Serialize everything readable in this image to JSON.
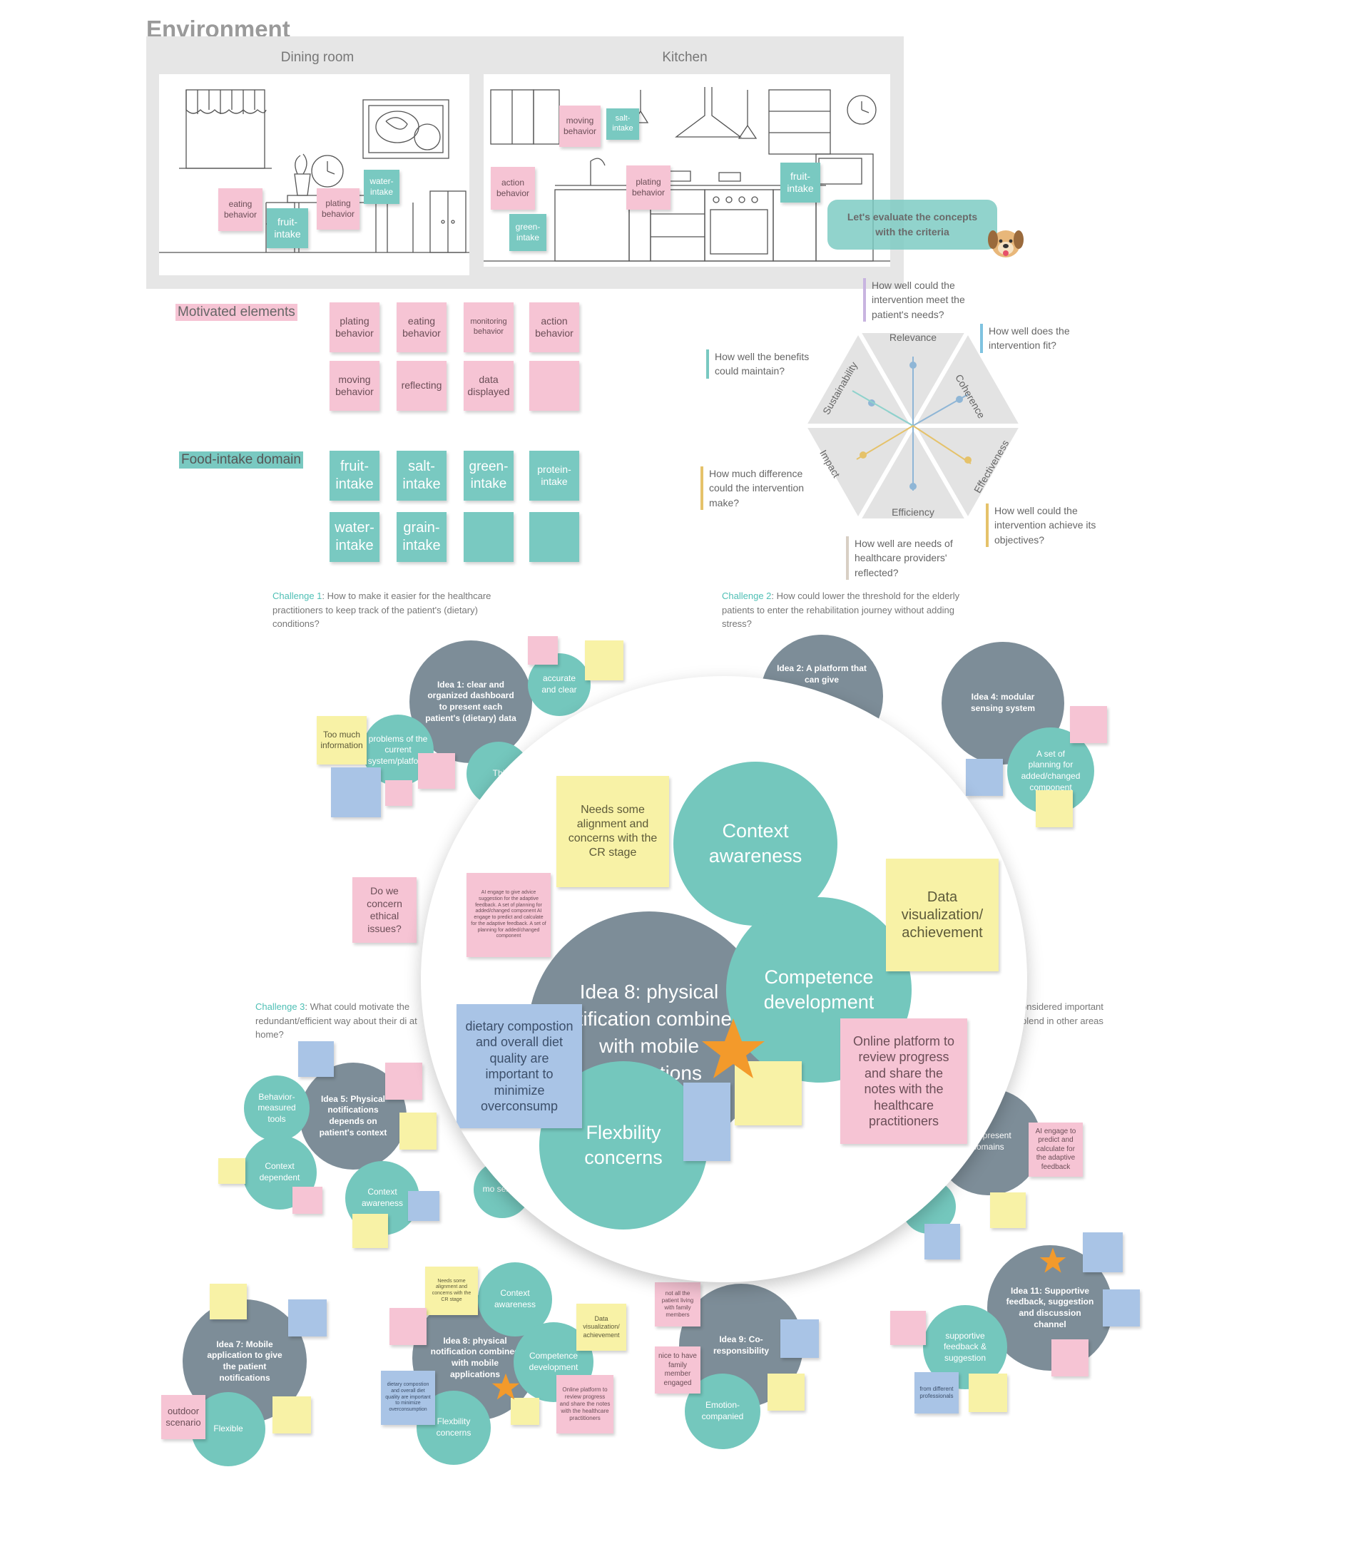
{
  "environment": {
    "title": "Environment",
    "dining_room": {
      "title": "Dining room",
      "notes": [
        "eating behavior",
        "fruit-intake",
        "plating behavior",
        "water-intake"
      ]
    },
    "kitchen": {
      "title": "Kitchen",
      "notes": [
        "moving behavior",
        "salt-intake",
        "action behavior",
        "green-intake",
        "plating behavior",
        "fruit-intake"
      ]
    }
  },
  "evaluate_bubble": "Let's evaluate the concepts with the criteria",
  "motivated": {
    "label": "Motivated elements",
    "notes": [
      "plating behavior",
      "eating behavior",
      "monitoring behavior",
      "action behavior",
      "moving behavior",
      "reflecting",
      "data displayed",
      ""
    ]
  },
  "food": {
    "label": "Food-intake domain",
    "notes": [
      "fruit-intake",
      "salt-intake",
      "green-intake",
      "protein-intake",
      "water-intake",
      "grain-intake",
      "",
      ""
    ]
  },
  "criteria": {
    "axes": [
      "Relevance",
      "Coherence",
      "Effectiveness",
      "Efficiency",
      "Impact",
      "Sustainability"
    ],
    "questions": {
      "relevance": "How well could the intervention meet the patient's needs?",
      "coherence": "How well does the intervention fit?",
      "sustainability": "How well the benefits could maintain?",
      "impact": "How much difference could the intervention make?",
      "effectiveness": "How well could the intervention achieve its objectives?",
      "efficiency": "How well are needs of healthcare providers' reflected?"
    }
  },
  "challenges": {
    "c1_tag": "Challenge 1",
    "c1_text": ": How to make it easier for the healthcare practitioners to keep track of the patient's (dietary) conditions?",
    "c2_tag": "Challenge 2",
    "c2_text": ": How could lower the threshold for the elderly patients to enter the rehabilitation journey without adding stress?",
    "c3_tag": "Challenge 3",
    "c3_text": ": What could motivate the redundant/efficient way about their di at home?",
    "c4_text": "onsidered important blend in other areas"
  },
  "ideas": {
    "idea1": "Idea 1: clear and organized dashboard to present each patient's (dietary) data",
    "accurate": "accurate and clear",
    "problems": "problems of the current system/platform",
    "too_much": "Too much information",
    "thi": "Thi",
    "idea2": "Idea 2: A platform that can give",
    "idea4": "Idea 4: modular sensing system",
    "set_planning": "A set of planning for added/changed component",
    "ethical": "Do we concern ethical issues?",
    "idea5": "Idea 5: Physical notifications depends on patient's context",
    "behavior_tools": "Behavior-measured tools",
    "context_dependent": "Context dependent",
    "context_awareness_small": "Context awareness",
    "mo_sensing": "mo sensin",
    "gital": "gital present domains",
    "ai_engage": "AI engage to predict and calculate for the adaptive feedback",
    "idea7": "Idea 7: Mobile application to give the patient notifications",
    "outdoor": "outdoor scenario",
    "flexible": "Flexible",
    "idea8_small": "Idea 8: physical notification combined with mobile applications",
    "needs_small": "Needs some alignment and concerns with the CR stage",
    "ctx_small": "Context awareness",
    "data_vis_small": "Data visualization/ achievement",
    "comp_small": "Competence development",
    "dietary_small": "dietary compostion and overall diet quality are important to minimize overconsumption",
    "online_small": "Online platform to review progress and share the notes with the healthcare practitioners",
    "flex_small": "Flexbility concerns",
    "idea9": "Idea 9: Co-responsibility",
    "not_all": "not all the patient living with family members",
    "nice_to": "nice to have family member engaged",
    "emotion": "Emotion-companied",
    "idea11": "Idea 11: Supportive feedback, suggestion and discussion channel",
    "supportive": "supportive feedback & suggestion",
    "from_diff": "from different professionals"
  },
  "zoom": {
    "needs": "Needs some alignment and concerns with the CR stage",
    "context": "Context awareness",
    "data_vis": "Data visualization/ achievement",
    "idea8": "Idea 8: physical notification combined with mobile applications",
    "competence": "Competence development",
    "dietary": "dietary compostion and overall diet quality are important to minimize overconsump",
    "online": "Online platform to review progress and share the notes with the healthcare practitioners",
    "flex": "Flexbility concerns",
    "pink_small": "AI engage to give advice suggestion for the adaptive feedback. A set of planning for added/changed component AI engage to predict and calculate for the adaptive feedback. A set of planning for added/changed component"
  },
  "colors": {
    "pink": "#f6c4d4",
    "teal": "#79c9c1",
    "yellow": "#f8f2a6",
    "blue": "#a9c4e6",
    "gray": "#7d8d98",
    "star": "#f39a2b"
  }
}
